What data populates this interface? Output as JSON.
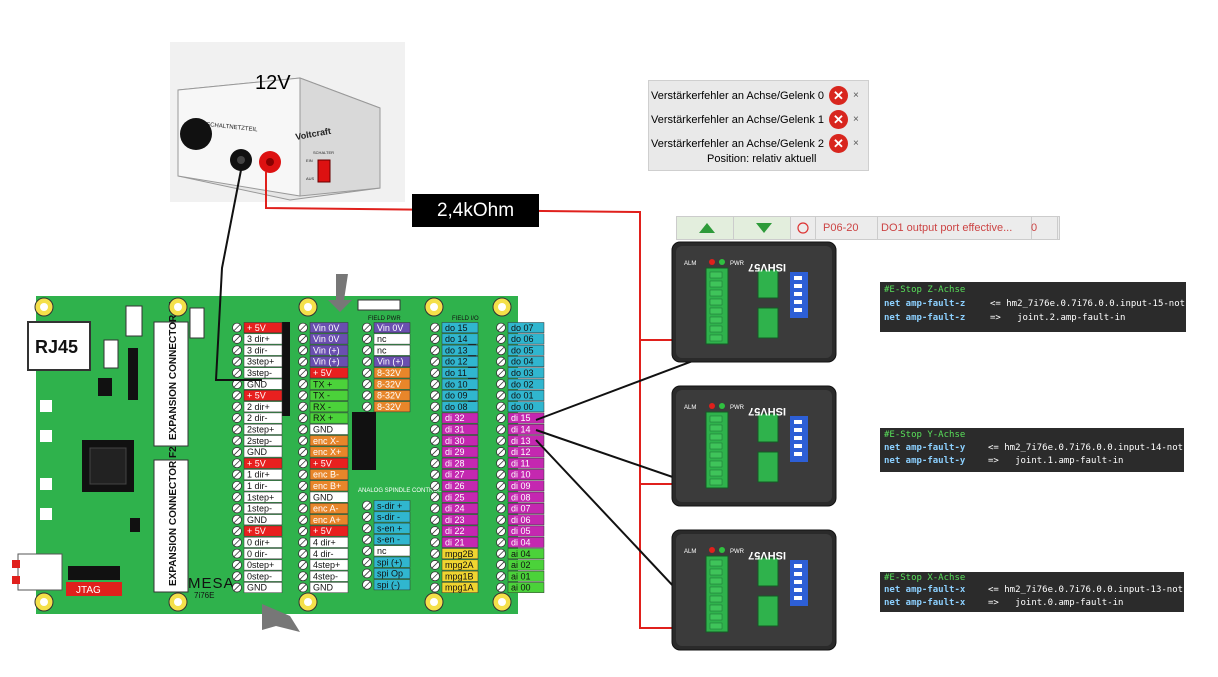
{
  "power_supply": {
    "voltage_label": "12V",
    "front_label": "SCHALTNETZTEIL",
    "brand": "Voltcraft",
    "switch_label": "SCHALTER",
    "on_label": "EIN",
    "off_label": "AUS"
  },
  "resistor": {
    "label": "2,4kOhm"
  },
  "error_messages": {
    "rows": [
      "Verstärkerfehler an Achse/Gelenk 0",
      "Verstärkerfehler an Achse/Gelenk 1",
      "Verstärkerfehler an Achse/Gelenk 2"
    ],
    "close_glyph": "×",
    "position_text": "Position: relativ aktuell"
  },
  "parameter_strip": {
    "param_id": "P06-20",
    "param_name": "DO1 output port effective...",
    "value": "0"
  },
  "board": {
    "rj45_label": "RJ45",
    "connector_f1": "EXPANSION CONNECTOR F1",
    "connector_f2": "EXPANSION CONNECTOR F2",
    "jtag_label": "JTAG",
    "brand": "MESA",
    "model": "7i76E",
    "field_pwr_label": "FIELD PWR",
    "field_io_label": "FIELD I/O",
    "analog_label": "ANALOG SPINDLE CONTROL",
    "col1": [
      "+ 5V",
      "3 dir+",
      "3 dir-",
      "3step+",
      "3step-",
      "GND",
      "+ 5V",
      "2 dir+",
      "2 dir-",
      "2step+",
      "2step-",
      "GND",
      "+ 5V",
      "1 dir+",
      "1 dir-",
      "1step+",
      "1step-",
      "GND",
      "+ 5V",
      "0 dir+",
      "0 dir-",
      "0step+",
      "0step-",
      "GND"
    ],
    "col2": [
      "Vin 0V",
      "Vin 0V",
      "Vin (+)",
      "Vin (+)",
      "+ 5V",
      "TX +",
      "TX -",
      "RX -",
      "RX +",
      "GND",
      "enc X-",
      "enc X+",
      "+ 5V",
      "enc B-",
      "enc B+",
      "GND",
      "enc A-",
      "enc A+",
      "+ 5V",
      "4 dir+",
      "4 dir-",
      "4step+",
      "4step-",
      "GND"
    ],
    "col3": [
      "Vin 0V",
      "nc",
      "nc",
      "Vin (+)",
      "8-32V",
      "8-32V",
      "8-32V",
      "8-32V"
    ],
    "col3b": [
      "s-dir +",
      "s-dir -",
      "s-en +",
      "s-en -",
      "nc",
      "spi (+)",
      "spi Op",
      "spi (-)"
    ],
    "col4": [
      "do 15",
      "do 14",
      "do 13",
      "do 12",
      "do 11",
      "do 10",
      "do 09",
      "do 08",
      "di 32",
      "di 31",
      "di 30",
      "di 29",
      "di 28",
      "di 27",
      "di 26",
      "di 25",
      "di 24",
      "di 23",
      "di 22",
      "di 21",
      "mpg2B",
      "mpg2A",
      "mpg1B",
      "mpg1A"
    ],
    "col5": [
      "do 07",
      "do 06",
      "do 05",
      "do 04",
      "do 03",
      "do 02",
      "do 01",
      "do 00",
      "di 15",
      "di 14",
      "di 13",
      "di 12",
      "di 11",
      "di 10",
      "di 09",
      "di 08",
      "di 07",
      "di 06",
      "di 05",
      "di 04",
      "ai 04",
      "ai 02",
      "ai 01",
      "ai 00"
    ]
  },
  "drives": [
    {
      "model": "ISHV57",
      "pwr": "PWR",
      "alm": "ALM"
    },
    {
      "model": "ISHV57",
      "pwr": "PWR",
      "alm": "ALM"
    },
    {
      "model": "ISHV57",
      "pwr": "PWR",
      "alm": "ALM"
    }
  ],
  "code_blocks": [
    {
      "comment": "#E-Stop Z-Achse",
      "line1_a": "net amp-fault-z",
      "line1_b": "<= hm2_7i76e.0.7i76.0.0.input-15-not",
      "line2_a": "net amp-fault-z",
      "line2_b": "=>   joint.2.amp-fault-in"
    },
    {
      "comment": "#E-Stop Y-Achse",
      "line1_a": "net amp-fault-y",
      "line1_b": "<= hm2_7i76e.0.7i76.0.0.input-14-not",
      "line2_a": "net amp-fault-y",
      "line2_b": "=>   joint.1.amp-fault-in"
    },
    {
      "comment": "#E-Stop X-Achse",
      "line1_a": "net amp-fault-x",
      "line1_b": "<= hm2_7i76e.0.7i76.0.0.input-13-not",
      "line2_a": "net amp-fault-x",
      "line2_b": "=>   joint.0.amp-fault-in"
    }
  ],
  "colors": {
    "wire_red": "#e0201c",
    "wire_black": "#111111",
    "board_green": "#2fb24c",
    "pin_red": "#e8201f",
    "pin_white": "#ffffff",
    "pin_purple": "#6a4fb0",
    "pin_orange": "#e8862a",
    "pin_cyan": "#30b6cf",
    "pin_green": "#4bd23a",
    "pin_magenta": "#c428b0",
    "pin_yellow": "#f0d530"
  }
}
